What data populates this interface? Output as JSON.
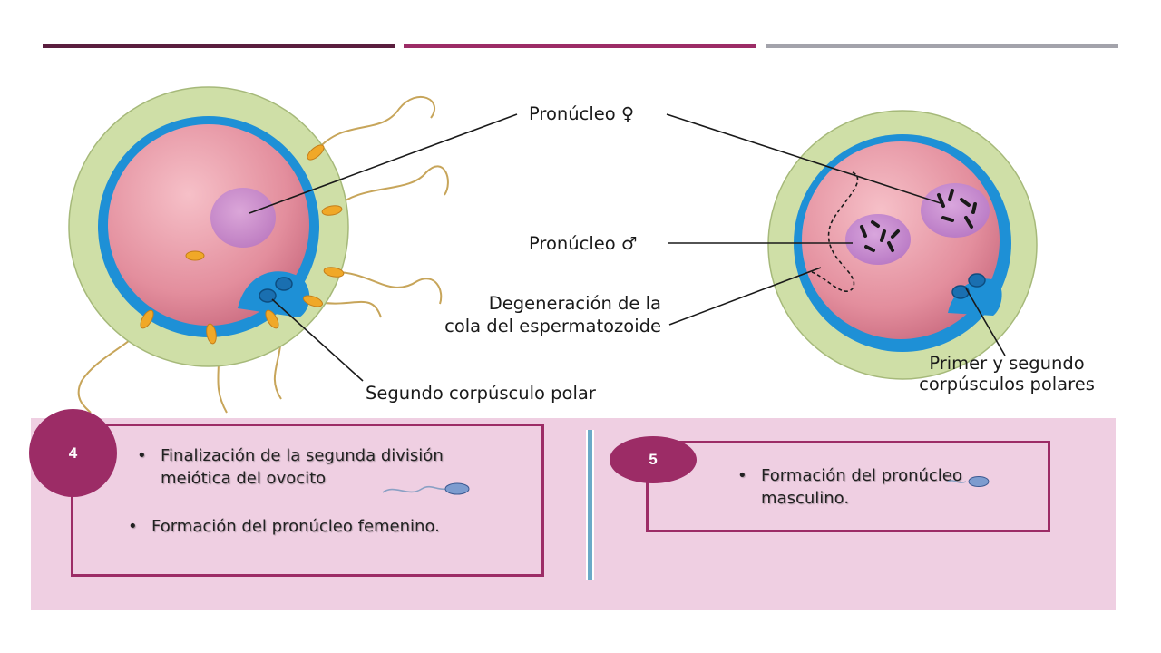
{
  "top_bars": {
    "colors": [
      "#5a1e3e",
      "#9c2c66",
      "#a3a3ab"
    ]
  },
  "diagram": {
    "labels": {
      "female_pronucleus": "Pronúcleo ♀",
      "male_pronucleus": "Pronúcleo ♂",
      "tail_degeneration_line1": "Degeneración de la",
      "tail_degeneration_line2": "cola del espermatozoide",
      "second_polar_body": "Segundo corpúsculo polar",
      "polar_bodies_line1": "Primer y segundo",
      "polar_bodies_line2": "corpúsculos polares"
    }
  },
  "steps": [
    {
      "number": "4",
      "bullets": [
        "Finalización de la segunda división meiótica del ovocito",
        "Formación del pronúcleo femenino."
      ]
    },
    {
      "number": "5",
      "bullets": [
        "Formación del pronúcleo masculino."
      ]
    }
  ],
  "colors": {
    "accent": "#9c2c66",
    "panel": "#efcfe2",
    "divider": "#6aa9c8"
  }
}
